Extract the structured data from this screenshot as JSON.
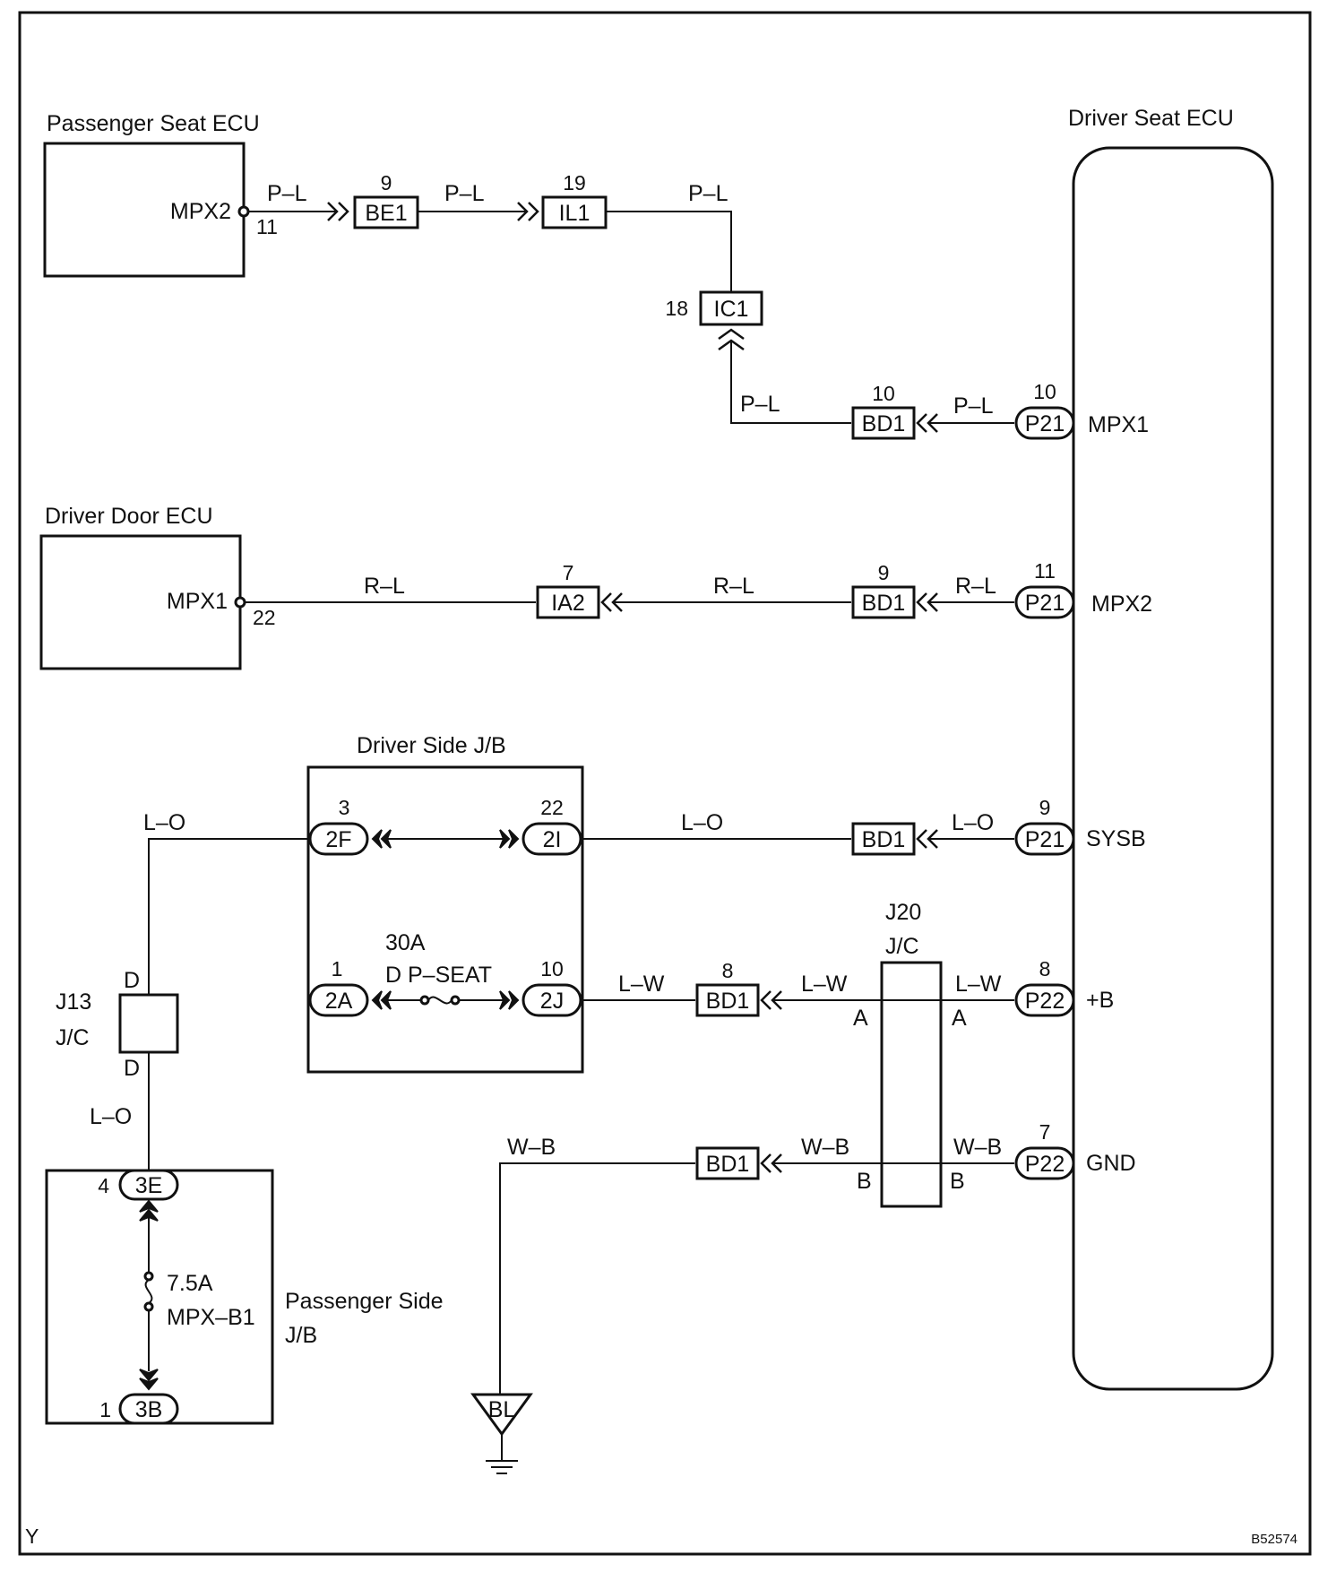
{
  "components": {
    "passenger_seat_ecu": {
      "title": "Passenger Seat ECU",
      "pin_name": "MPX2",
      "pin_no": "11"
    },
    "driver_seat_ecu": {
      "title": "Driver Seat ECU",
      "pins": [
        "MPX1",
        "MPX2",
        "SYSB",
        "+B",
        "GND"
      ]
    },
    "driver_door_ecu": {
      "title": "Driver Door ECU",
      "pin_name": "MPX1",
      "pin_no": "22"
    },
    "driver_side_jb": {
      "title": "Driver Side J/B",
      "fuse_rating": "30A",
      "fuse_name": "D P–SEAT"
    },
    "passenger_side_jb": {
      "title_1": "Passenger Side",
      "title_2": "J/B",
      "fuse_rating": "7.5A",
      "fuse_name": "MPX–B1"
    },
    "j13": {
      "name": "J13",
      "type": "J/C",
      "pin_top": "D",
      "pin_bottom": "D"
    },
    "j20": {
      "name": "J20",
      "type": "J/C",
      "pin_a": "A",
      "pin_b": "B"
    },
    "ground": {
      "label": "BL"
    }
  },
  "connectors": {
    "be1": {
      "label": "BE1",
      "pin": "9"
    },
    "il1": {
      "label": "IL1",
      "pin": "19"
    },
    "ic1": {
      "label": "IC1",
      "pin": "18"
    },
    "bd1_mpx1": {
      "label": "BD1",
      "pin": "10"
    },
    "p21_mpx1": {
      "label": "P21",
      "pin": "10"
    },
    "ia2": {
      "label": "IA2",
      "pin": "7"
    },
    "bd1_mpx2": {
      "label": "BD1",
      "pin": "9"
    },
    "p21_mpx2": {
      "label": "P21",
      "pin": "11"
    },
    "c2f": {
      "label": "2F",
      "pin": "3"
    },
    "c2i": {
      "label": "2I",
      "pin": "22"
    },
    "bd1_sysb": {
      "label": "BD1"
    },
    "p21_sysb": {
      "label": "P21",
      "pin": "9"
    },
    "c2a": {
      "label": "2A",
      "pin": "1"
    },
    "c2j": {
      "label": "2J",
      "pin": "10"
    },
    "bd1_b": {
      "label": "BD1",
      "pin": "8"
    },
    "p22_b": {
      "label": "P22",
      "pin": "8"
    },
    "bd1_gnd": {
      "label": "BD1"
    },
    "p22_gnd": {
      "label": "P22",
      "pin": "7"
    },
    "c3e": {
      "label": "3E",
      "pin": "4"
    },
    "c3b": {
      "label": "3B",
      "pin": "1"
    }
  },
  "wires": {
    "pl": "P–L",
    "rl": "R–L",
    "lo": "L–O",
    "lw": "L–W",
    "wb": "W–B"
  },
  "footer": {
    "left": "Y",
    "right": "B52574"
  }
}
